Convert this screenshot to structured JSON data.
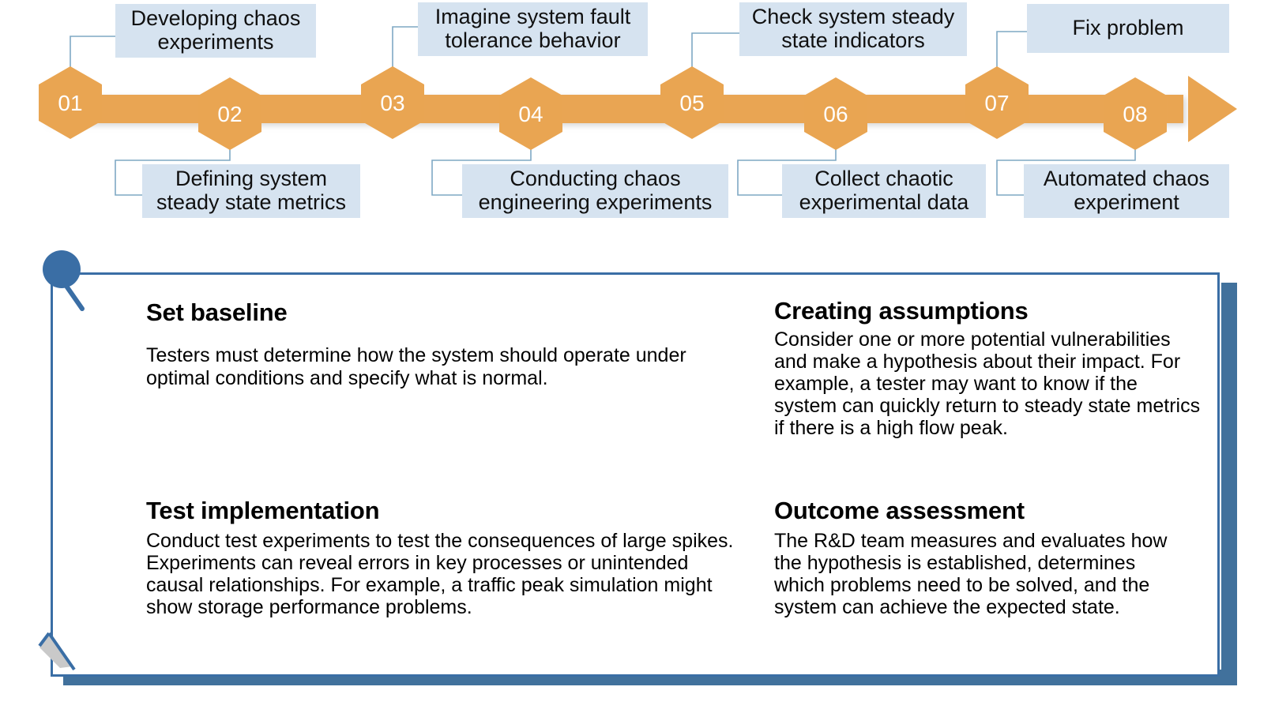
{
  "timeline": {
    "steps": [
      {
        "num": "01",
        "label": "Developing chaos\nexperiments",
        "side": "top"
      },
      {
        "num": "02",
        "label": "Defining system\nsteady state metrics",
        "side": "bottom"
      },
      {
        "num": "03",
        "label": "Imagine system fault\ntolerance behavior",
        "side": "top"
      },
      {
        "num": "04",
        "label": "Conducting chaos\nengineering experiments",
        "side": "bottom"
      },
      {
        "num": "05",
        "label": "Check system steady\nstate indicators",
        "side": "top"
      },
      {
        "num": "06",
        "label": "Collect chaotic\nexperimental data",
        "side": "bottom"
      },
      {
        "num": "07",
        "label": "Fix problem",
        "side": "top"
      },
      {
        "num": "08",
        "label": "Automated chaos\nexperiment",
        "side": "bottom"
      }
    ],
    "accent_color": "#E9A552",
    "label_bg_color": "#D6E3F0",
    "connector_color": "#7FA8C4"
  },
  "panel": {
    "border_color": "#3A6EA5",
    "shadow_color": "#41719C",
    "pin_color": "#3A6EA5",
    "blocks": [
      {
        "title": "Set baseline",
        "body": "Testers must determine how the system should operate under optimal conditions and specify what is normal."
      },
      {
        "title": "Creating assumptions",
        "body": "Consider one or more potential vulnerabilities and make a hypothesis about their impact. For example, a tester may want to know if the system can quickly return to steady state metrics if there is a high flow peak."
      },
      {
        "title": "Test implementation",
        "body": "Conduct test experiments to test the consequences of large spikes. Experiments can reveal errors in key processes or unintended causal relationships. For example, a traffic peak simulation might show storage performance problems."
      },
      {
        "title": "Outcome assessment",
        "body": "The R&D team measures and evaluates how the hypothesis is established, determines which problems need to be solved, and the system can achieve the expected state."
      }
    ]
  }
}
